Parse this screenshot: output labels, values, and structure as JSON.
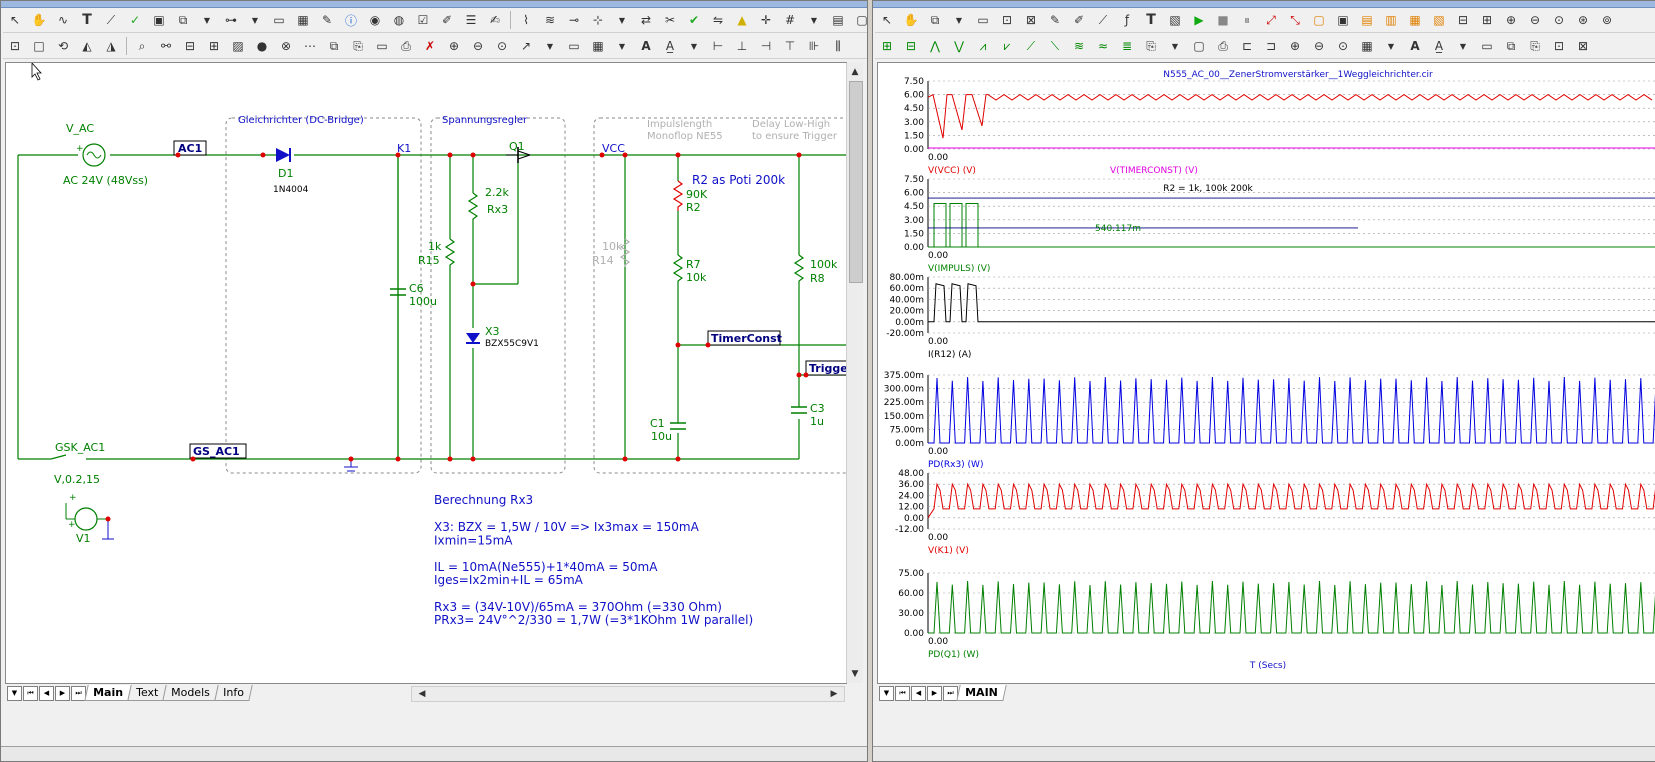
{
  "left_window": {
    "sheet_tabs": [
      "Main",
      "Text",
      "Models",
      "Info"
    ],
    "schematic": {
      "components": {
        "v_ac": {
          "name": "V_AC",
          "value": "AC 24V (48Vss)"
        },
        "ac1_label": "AC1",
        "d1": {
          "name": "D1",
          "model": "1N4004"
        },
        "k1": "K1",
        "q1": "Q1",
        "vcc": "VCC",
        "r2_note": "R2 as Poti 200k",
        "r2": {
          "name": "R2",
          "value": "90K"
        },
        "rx3": {
          "name": "Rx3",
          "value": "2.2k"
        },
        "r15": {
          "name": "R15",
          "value": "1k"
        },
        "r14": {
          "name": "R14",
          "value": "10k"
        },
        "r7": {
          "name": "R7",
          "value": "10k"
        },
        "r8": {
          "name": "R8",
          "value": "100k"
        },
        "c6": {
          "name": "C6",
          "value": "100u"
        },
        "x3": {
          "name": "X3",
          "model": "BZX55C9V1"
        },
        "c1": {
          "name": "C1",
          "value": "10u"
        },
        "c3": {
          "name": "C3",
          "value": "1u"
        },
        "timerconst": "TimerConst",
        "trigger": "Trigger",
        "gsk": "GSK_AC1",
        "gs_ac1": "GS_AC1",
        "v1": {
          "name": "V1",
          "value": "V,0.2,15"
        }
      },
      "boxes": {
        "rectifier": "Gleichrichter (DC-Bridge)",
        "regulator": "Spannungsregler",
        "monoflop": "Impulslength\nMonoflop NE55",
        "delay": "Delay Low-High\nto ensure Trigger"
      },
      "calculation": {
        "title": "Berechnung Rx3",
        "lines": [
          "X3: BZX = 1,5W / 10V => Ix3max = 150mA",
          "Ixmin=15mA",
          "",
          "IL = 10mA(Ne555)+1*40mA = 50mA",
          "Iges=Ix2min+IL = 65mA",
          "",
          "Rx3 = (34V-10V)/65mA = 370Ohm (=330 Ohm)",
          "PRx3= 24V°^2/330 = 1,7W (=3*1KOhm 1W parallel)"
        ]
      }
    }
  },
  "right_window": {
    "sheet_tabs": [
      "MAIN"
    ],
    "plot_title": "N555_AC_00__ZenerStromverstärker__1Weggleichrichter.cir",
    "x_axis_label": "T (Secs)",
    "x_start_tick": "0.00",
    "colors": {
      "red": "#e00000",
      "magenta": "#e000e0",
      "green": "#008000",
      "blue": "#0000e0",
      "black": "#000000"
    },
    "panels": [
      {
        "yticks": [
          "7.50",
          "6.00",
          "4.50",
          "3.00",
          "1.50",
          "0.00"
        ],
        "legend": [
          {
            "text": "V(VCC) (V)",
            "color": "#e00000"
          },
          {
            "text": "V(TIMERCONST) (V)",
            "color": "#e000e0"
          }
        ]
      },
      {
        "yticks": [
          "7.50",
          "6.00",
          "4.50",
          "3.00",
          "1.50",
          "0.00"
        ],
        "legend": [
          {
            "text": "V(IMPULS) (V)",
            "color": "#008000"
          }
        ],
        "annotation_sweep": "R2 = 1k, 100k 200k",
        "annotation_time": "540.117m"
      },
      {
        "yticks": [
          "80.00m",
          "60.00m",
          "40.00m",
          "20.00m",
          "0.00m",
          "-20.00m"
        ],
        "legend": [
          {
            "text": "I(R12) (A)",
            "color": "#000000"
          }
        ]
      },
      {
        "yticks": [
          "375.00m",
          "300.00m",
          "225.00m",
          "150.00m",
          "75.00m",
          "0.00m"
        ],
        "legend": [
          {
            "text": "PD(Rx3) (W)",
            "color": "#0000e0"
          }
        ]
      },
      {
        "yticks": [
          "48.00",
          "36.00",
          "24.00",
          "12.00",
          "0.00",
          "-12.00"
        ],
        "legend": [
          {
            "text": "V(K1) (V)",
            "color": "#e00000"
          }
        ]
      },
      {
        "yticks": [
          "75.00",
          "60.00",
          "30.00",
          "0.00"
        ],
        "legend": [
          {
            "text": "PD(Q1) (W)",
            "color": "#008000"
          }
        ]
      }
    ]
  }
}
